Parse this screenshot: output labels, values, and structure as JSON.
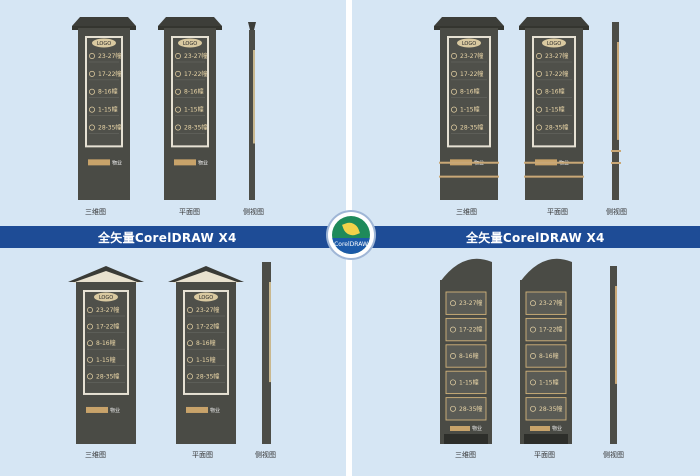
{
  "banner": {
    "left_title": "全矢量CorelDRAW X4",
    "right_title": "全矢量CorelDRAW X4",
    "badge_text": "CorelDRAW"
  },
  "views": {
    "front3d": "三维图",
    "plan": "平面图",
    "side": "侧视图"
  },
  "sign": {
    "logo": "LOGO",
    "floors": [
      "23-27幢",
      "17-22幢",
      "8-16幢",
      "1-15幢",
      "28-35幢"
    ],
    "property_label": "物业"
  },
  "colors": {
    "panel": "#d6e6f4",
    "band": "#1e4c96",
    "body": "#4a4b45",
    "trim": "#c9a877",
    "text_gold": "#e8d4a6"
  }
}
